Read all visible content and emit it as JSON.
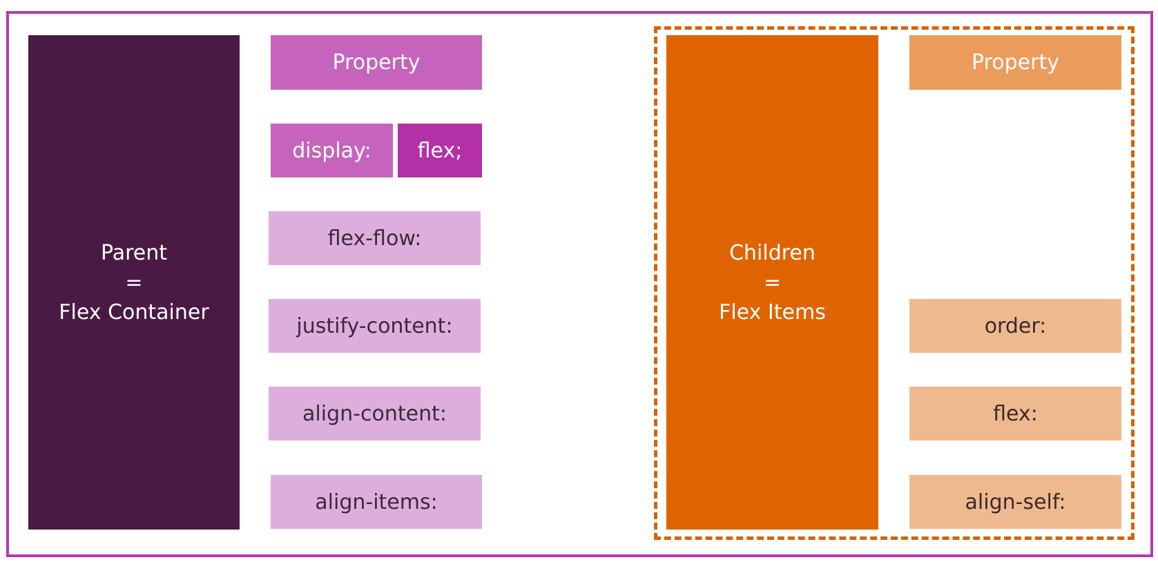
{
  "parent": {
    "line1": "Parent",
    "line2": "=",
    "line3": "Flex Container"
  },
  "children": {
    "line1": "Children",
    "line2": "=",
    "line3": "Flex Items"
  },
  "parent_properties": {
    "header": "Property",
    "display_label": "display:",
    "display_value": "flex;",
    "items": [
      "flex-flow:",
      "justify-content:",
      "align-content:",
      "align-items:"
    ]
  },
  "child_properties": {
    "header": "Property",
    "items": [
      "order:",
      "flex:",
      "align-self:"
    ]
  },
  "colors": {
    "frame": "#b13bb0",
    "parent": "#4a1a45",
    "children": "#df6400",
    "dash": "#d4640a"
  }
}
